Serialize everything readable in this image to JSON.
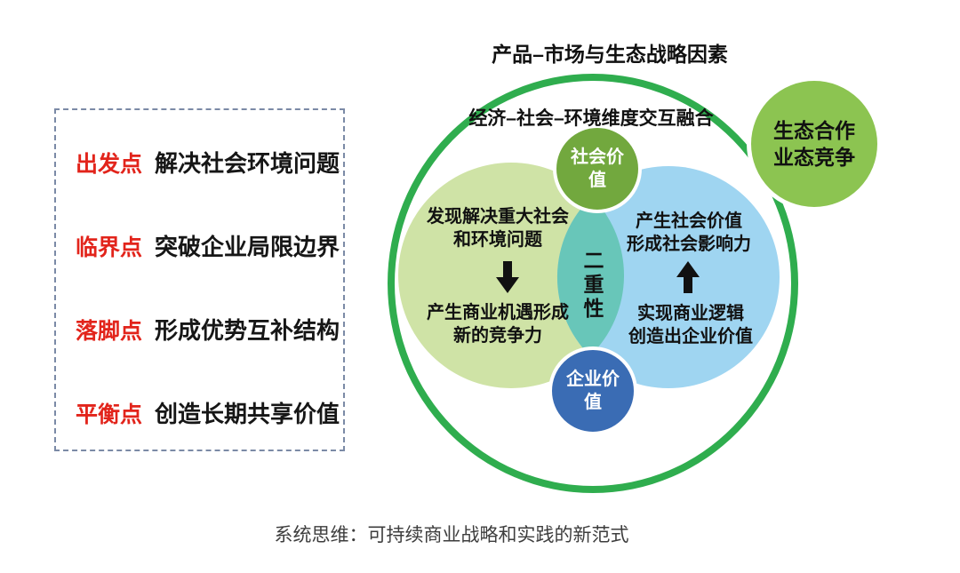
{
  "titles": {
    "main": "产品–市场与生态战略因素",
    "inner": "经济–社会–环境维度交互融合",
    "caption": "系统思维：可持续商业战略和实践的新范式"
  },
  "left_panel": {
    "items": [
      {
        "label": "出发点",
        "text": "解决社会环境问题"
      },
      {
        "label": "临界点",
        "text": "突破企业局限边界"
      },
      {
        "label": "落脚点",
        "text": "形成优势互补结构"
      },
      {
        "label": "平衡点",
        "text": "创造长期共享价值"
      }
    ]
  },
  "venn": {
    "left_circle": {
      "line1": "发现解决重大社会",
      "line2": "和环境问题",
      "line3": "产生商业机遇形成",
      "line4": "新的竞争力",
      "arrow_icon": "down-arrow"
    },
    "right_circle": {
      "line1": "产生社会价值",
      "line2": "形成社会影响力",
      "line3": "实现商业逻辑",
      "line4": "创造出企业价值",
      "arrow_icon": "up-arrow"
    },
    "overlap": {
      "chars": [
        "二",
        "重",
        "性"
      ]
    },
    "top_circle": {
      "line1": "社会价",
      "line2": "值"
    },
    "bottom_circle": {
      "line1": "企业价",
      "line2": "值"
    },
    "eco_circle": {
      "line1": "生态合作",
      "line2": "业态竞争"
    }
  },
  "colors": {
    "outer_ring": "#2fad4e",
    "left_circle": "#cfe3a6",
    "right_circle": "#9fd5f1",
    "overlap_lens": "#68c6b9",
    "social_value_circle": "#72a83e",
    "enterprise_value_circle": "#3a6cb4",
    "eco_circle": "#8cc451",
    "accent_red": "#e2241b",
    "dashed_border": "#7b8aa6",
    "text_black": "#161616",
    "caption_gray": "#3d3d3d",
    "circle_text_white": "#ffffff"
  }
}
